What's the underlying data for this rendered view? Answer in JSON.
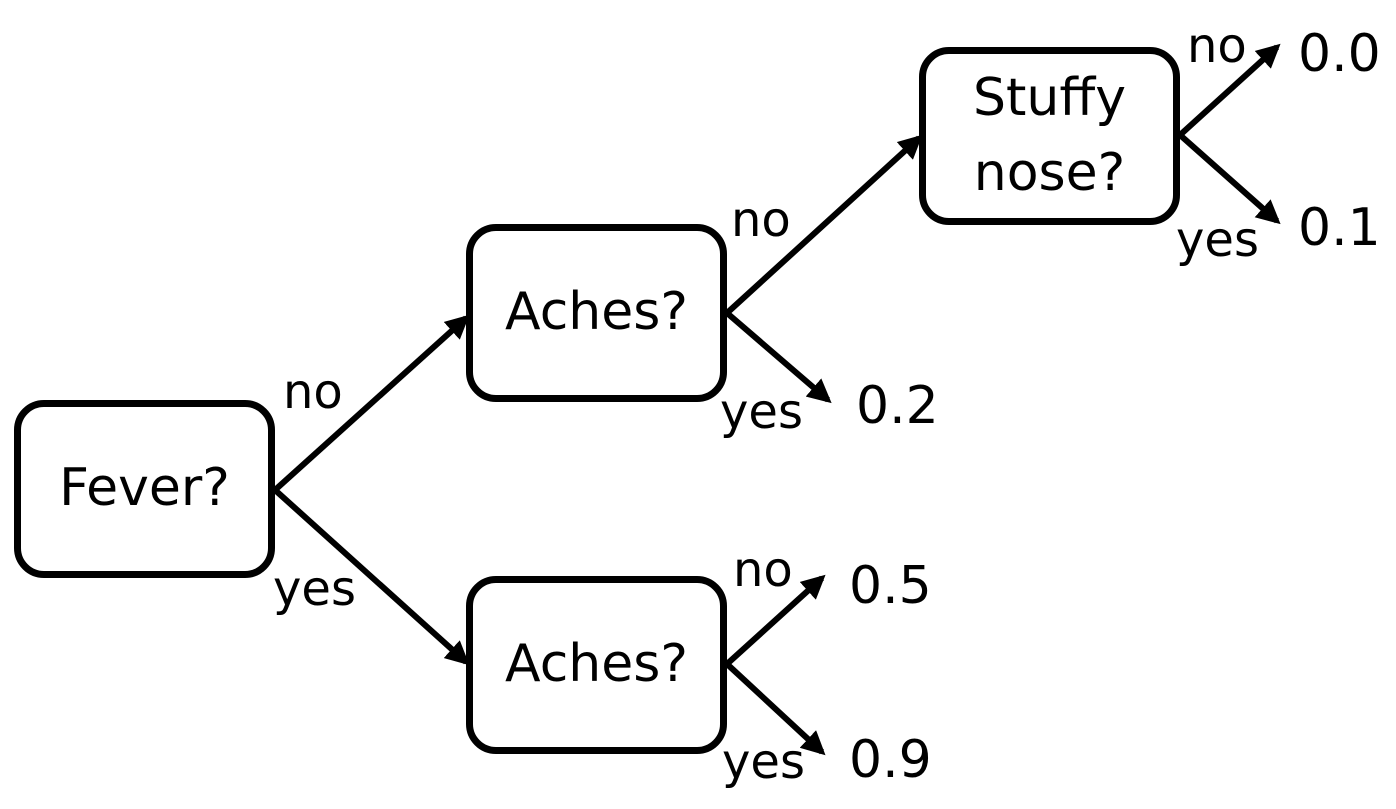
{
  "nodes": {
    "fever": "Fever?",
    "aches_top": "Aches?",
    "aches_bottom": "Aches?",
    "stuffy_line1": "Stuffy",
    "stuffy_line2": "nose?"
  },
  "branch_labels": {
    "fever_no": "no",
    "fever_yes": "yes",
    "aches_top_no": "no",
    "aches_top_yes": "yes",
    "aches_bottom_no": "no",
    "aches_bottom_yes": "yes",
    "stuffy_no": "no",
    "stuffy_yes": "yes"
  },
  "leaves": {
    "stuffy_no": "0.0",
    "stuffy_yes": "0.1",
    "aches_top_yes": "0.2",
    "aches_bottom_no": "0.5",
    "aches_bottom_yes": "0.9"
  }
}
